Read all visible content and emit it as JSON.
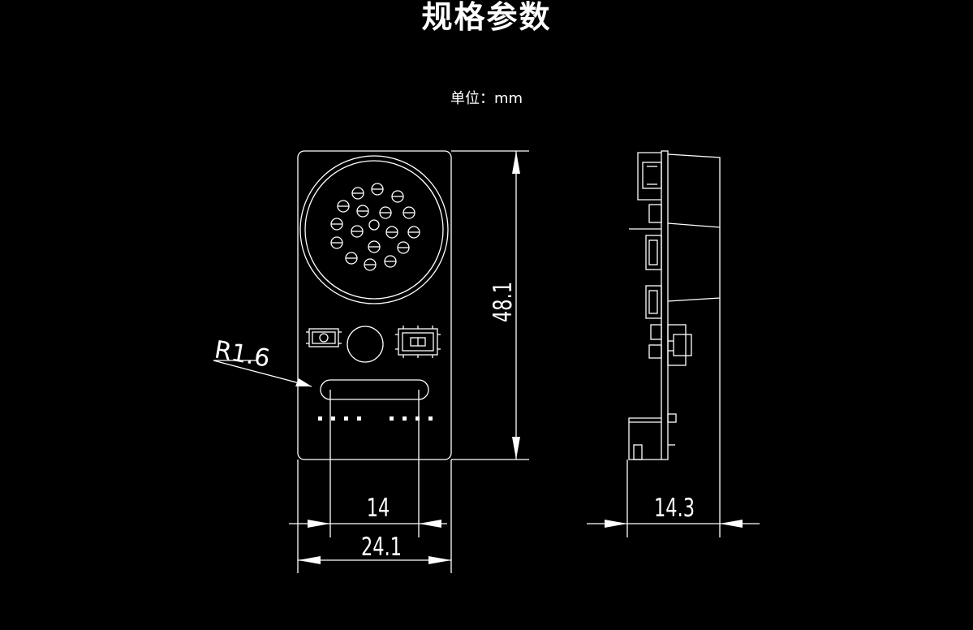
{
  "header": {
    "title": "规格参数",
    "unit_label": "单位：mm"
  },
  "colors": {
    "background": "#000000",
    "lines": "#ffffff"
  },
  "dimensions": {
    "height": "48.1",
    "width": "24.1",
    "slot_width": "14",
    "depth": "14.3",
    "radius": "R1.6"
  }
}
